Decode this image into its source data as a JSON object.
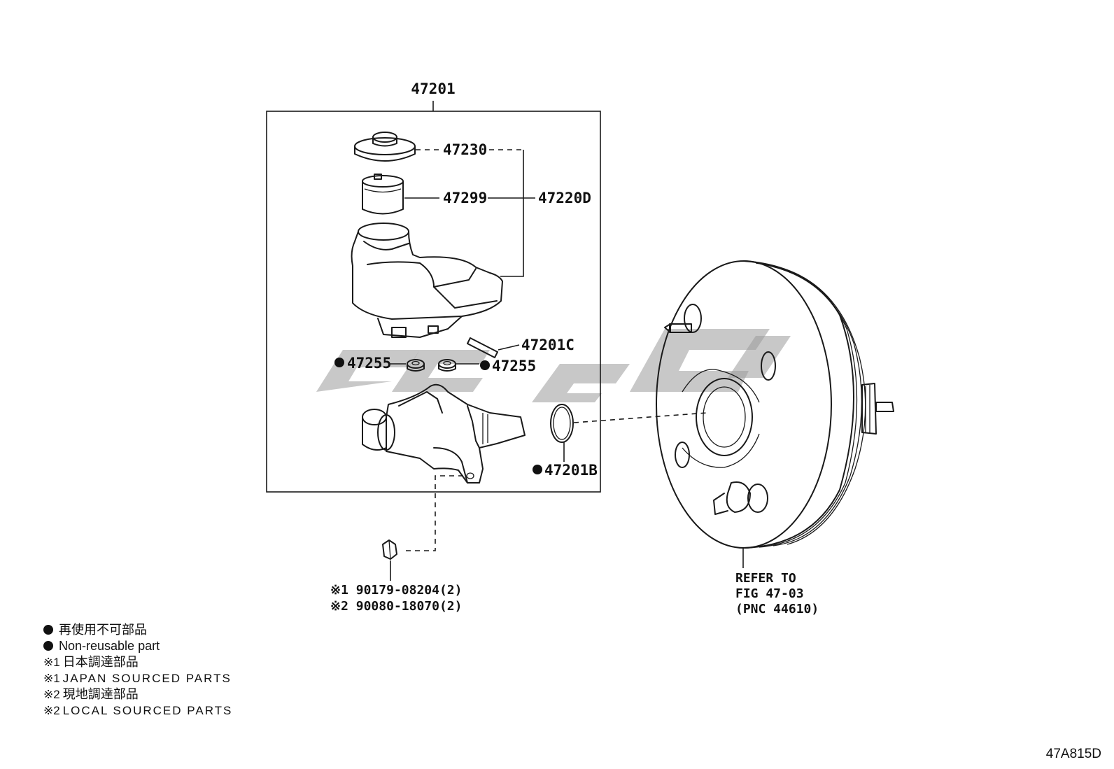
{
  "figure": {
    "code": "47A815D",
    "callouts": {
      "assembly": "47201",
      "reservoir_cap": "47230",
      "strainer": "47299",
      "reservoir_sub_assy": "47220D",
      "pin": "47201C",
      "grommet_left": "47255",
      "grommet_right": "47255",
      "o_ring": "47201B",
      "note1_part": "※1 90179-08204(2)",
      "note2_part": "※2 90080-18070(2)",
      "booster_ref_line1": "REFER TO",
      "booster_ref_line2": "FIG 47-03",
      "booster_ref_line3": "(PNC 44610)"
    }
  },
  "legend": {
    "non_reusable_jp": "再使用不可部品",
    "non_reusable_en": "Non-reusable part",
    "note1_mark": "※1",
    "note1_jp": "日本調達部品",
    "note1_en": "JAPAN SOURCED PARTS",
    "note2_mark": "※2",
    "note2_jp": "現地調達部品",
    "note2_en": "LOCAL SOURCED PARTS"
  }
}
